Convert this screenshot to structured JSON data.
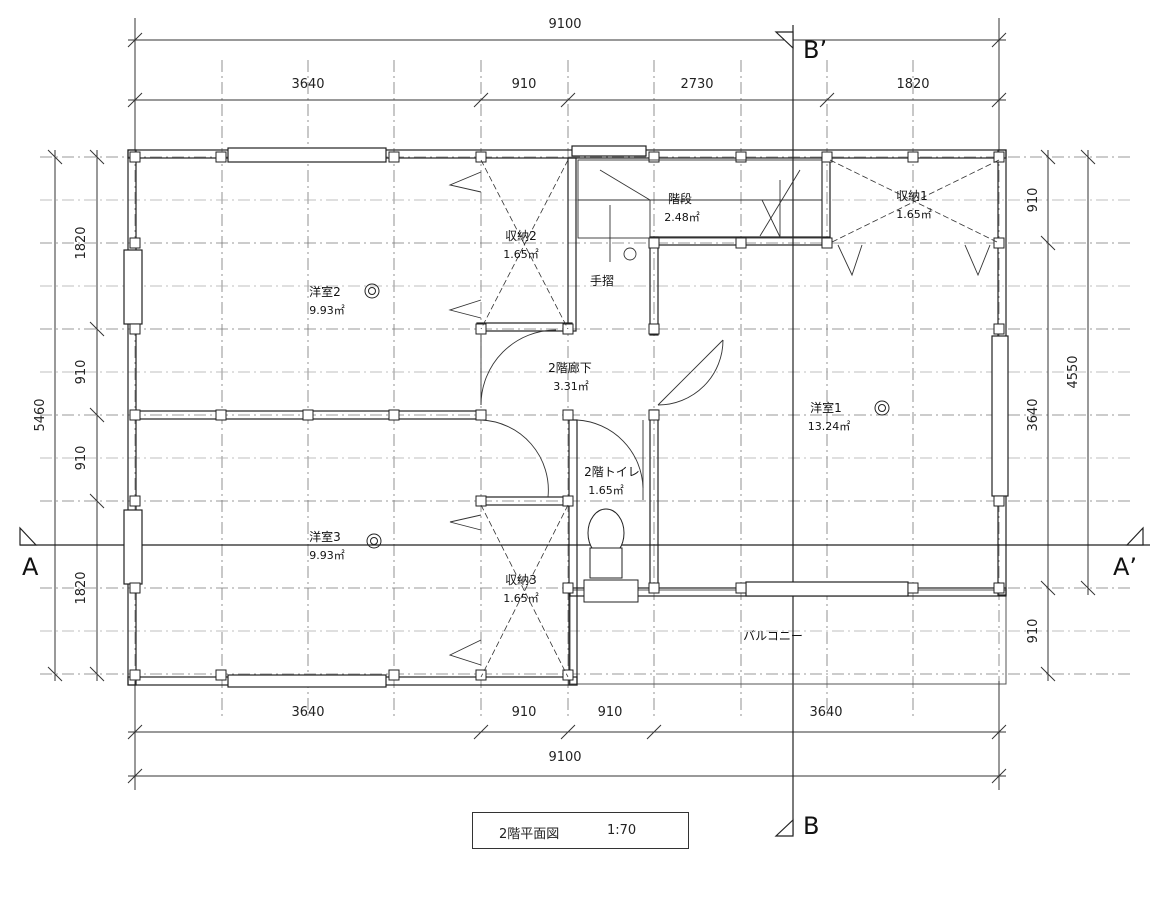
{
  "dimensions": {
    "top_total": "9100",
    "top": [
      "3640",
      "910",
      "2730",
      "1820"
    ],
    "bottom": [
      "3640",
      "910",
      "910",
      "3640"
    ],
    "bottom_total": "9100",
    "left_total": "5460",
    "left": [
      "1820",
      "910",
      "910",
      "1820"
    ],
    "right": [
      "910",
      "3640",
      "910"
    ],
    "right_total": "4550"
  },
  "sections": {
    "a": "A",
    "a_prime": "A’",
    "b": "B",
    "b_prime": "B’"
  },
  "rooms": {
    "youshitsu1": {
      "name": "洋室1",
      "area": "13.24㎡"
    },
    "youshitsu2": {
      "name": "洋室2",
      "area": "9.93㎡"
    },
    "youshitsu3": {
      "name": "洋室3",
      "area": "9.93㎡"
    },
    "shuno1": {
      "name": "収納1",
      "area": "1.65㎡"
    },
    "shuno2": {
      "name": "収納2",
      "area": "1.65㎡"
    },
    "shuno3": {
      "name": "収納3",
      "area": "1.65㎡"
    },
    "kaidan": {
      "name": "階段",
      "area": "2.48㎡"
    },
    "rouka": {
      "name": "2階廊下",
      "area": "3.31㎡"
    },
    "toilet": {
      "name": "2階トイレ",
      "area": "1.65㎡"
    },
    "balcony": {
      "name": "バルコニー"
    },
    "tesuri": {
      "name": "手摺"
    }
  },
  "title": {
    "name": "2階平面図",
    "scale": "1:70"
  }
}
